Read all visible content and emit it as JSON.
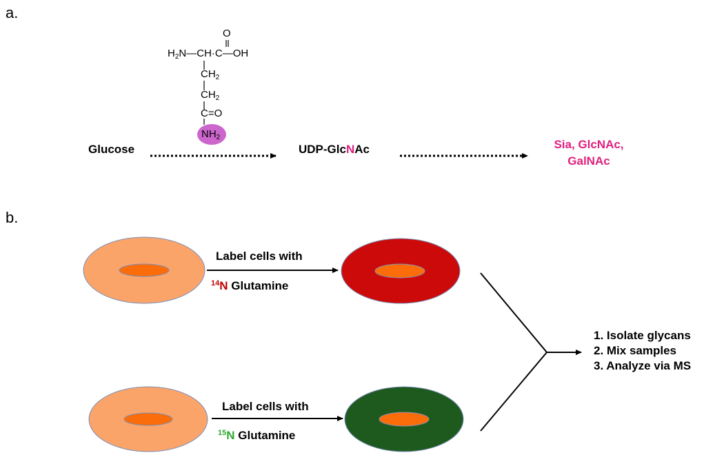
{
  "panel_a": {
    "label": "a.",
    "molecule": {
      "carbonyl_o": "O",
      "backbone": "H",
      "backbone_n": "N—CH·C—OH",
      "amine_h": "2",
      "ch2": "CH",
      "ch2_sub": "2",
      "amide_c": "C=O",
      "nh2": "NH",
      "nh2_sub": "2"
    },
    "nodes": {
      "glucose": "Glucose",
      "udp_prefix": "UDP-Glc",
      "udp_n": "N",
      "udp_suffix": "Ac",
      "products_line1": "Sia,  GlcNAc,",
      "products_line2": "GalNAc"
    },
    "colors": {
      "nitrogen_highlight": "#e0207e",
      "nh2_circle": "#cc66cc"
    }
  },
  "panel_b": {
    "label": "b.",
    "top_arrow": {
      "line1": "Label cells with",
      "isotope_mass": "14",
      "isotope_el": "N",
      "line2_rest": " Glutamine"
    },
    "bottom_arrow": {
      "line1": "Label cells with",
      "isotope_mass": "15",
      "isotope_el": "N",
      "line2_rest": " Glutamine"
    },
    "steps": [
      "1. Isolate glycans",
      "2. Mix samples",
      "3. Analyze via MS"
    ],
    "colors": {
      "cell_unlabeled": "#fba46a",
      "nucleus": "#fa6d0a",
      "cell_14n": "#cc0a0a",
      "cell_15n": "#1e5a1e",
      "isotope_14n_text": "#c00000",
      "isotope_15n_text": "#2ea82e"
    }
  }
}
